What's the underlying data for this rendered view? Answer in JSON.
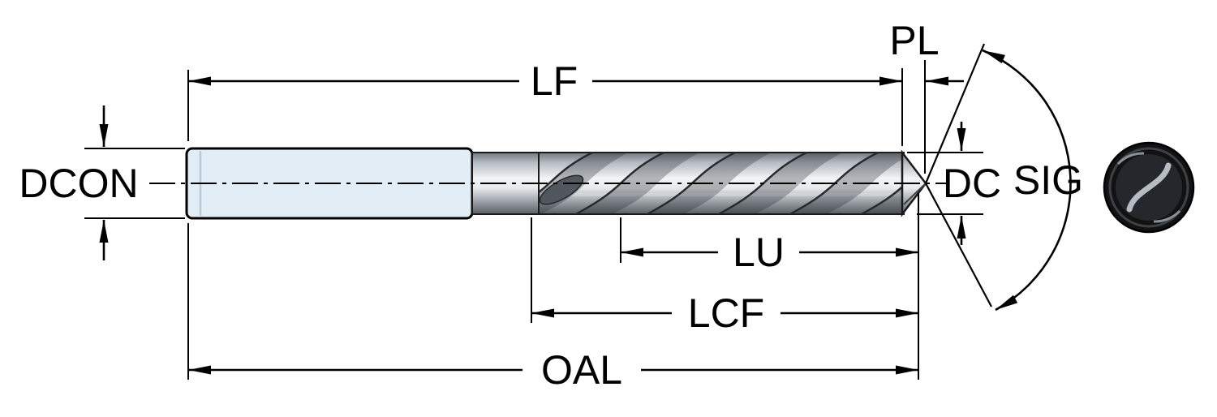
{
  "diagram": {
    "subject": "Drill bit dimensional drawing with end view",
    "labels": {
      "lf": "LF",
      "pl": "PL",
      "dcon": "DCON",
      "dc": "DC",
      "sig": "SIG",
      "lu": "LU",
      "lcf": "LCF",
      "oal": "OAL"
    },
    "colors": {
      "background": "#ffffff",
      "line": "#000000",
      "shank": "#e3edf5",
      "steel_light": "#f3f5f6",
      "steel_dark": "#595e64"
    }
  }
}
